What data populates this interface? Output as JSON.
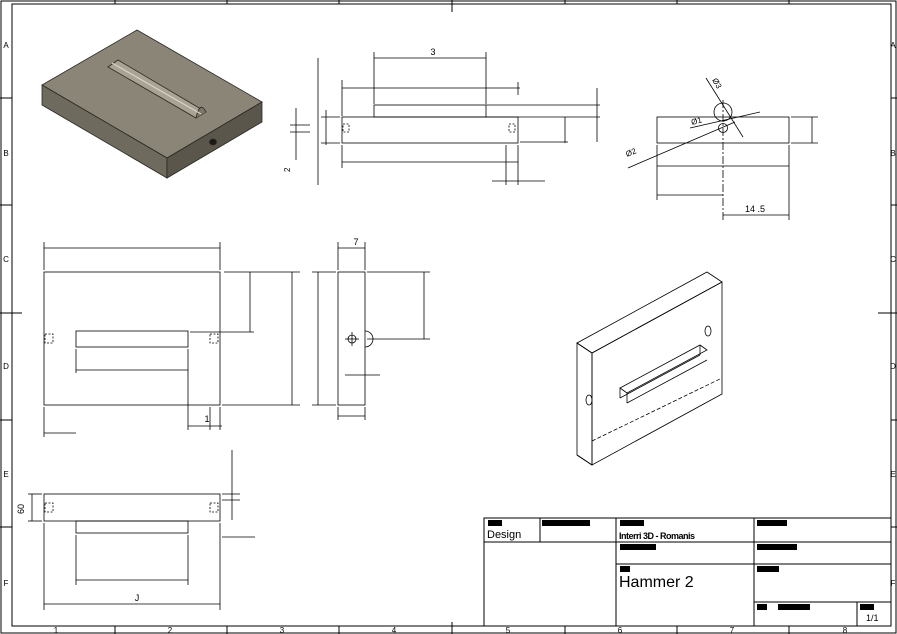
{
  "border": {
    "col_labels": [
      "1",
      "2",
      "3",
      "4",
      "5",
      "6",
      "7",
      "8"
    ],
    "row_labels": [
      "A",
      "B",
      "C",
      "D",
      "E",
      "F"
    ]
  },
  "dimensions": {
    "top_middle": "3",
    "top_middle_left": "2",
    "top_right_dia_small": "Ø3",
    "top_right_dia_mid": "Ø1",
    "top_right_dia_large": "Ø2",
    "top_right_width": "14   .5",
    "side_top": "7",
    "front_bottom_right": "1",
    "bottom_left_height": "60",
    "bottom_width": "J"
  },
  "title_block": {
    "design_label": "Design",
    "company": "Interri 3D - Romanis",
    "title": "Hammer 2",
    "sheet": "1/1"
  },
  "colors": {
    "line": "#000000",
    "solid_top": "#8a8577",
    "solid_front": "#6e6a5e",
    "solid_side": "#5a564c"
  }
}
